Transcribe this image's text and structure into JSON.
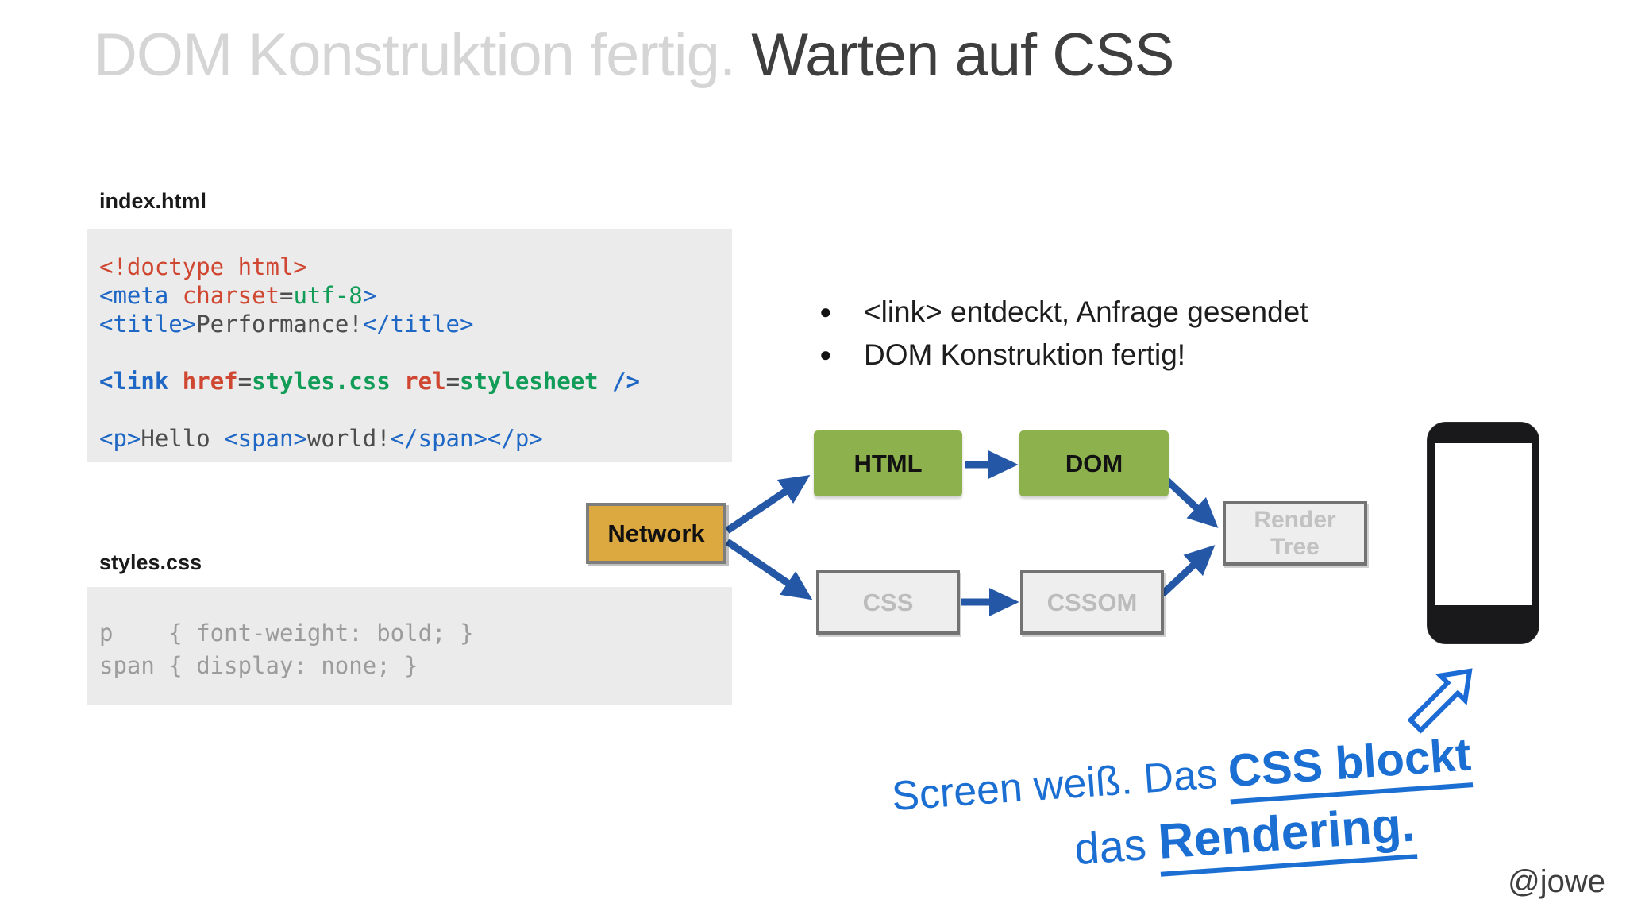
{
  "slide": {
    "title_muted": "DOM Konstruktion fertig. ",
    "title_strong": "Warten auf CSS",
    "handle": "@jowe"
  },
  "code_panels": [
    {
      "label": "index.html",
      "lines": [
        [
          {
            "t": "<!doctype html>",
            "c": "red"
          }
        ],
        [
          {
            "t": "<meta",
            "c": "blue"
          },
          {
            "t": " ",
            "c": "plain"
          },
          {
            "t": "charset",
            "c": "red"
          },
          {
            "t": "=",
            "c": "plain"
          },
          {
            "t": "utf-8",
            "c": "green"
          },
          {
            "t": ">",
            "c": "blue"
          }
        ],
        [
          {
            "t": "<title>",
            "c": "blue"
          },
          {
            "t": "Performance!",
            "c": "plain"
          },
          {
            "t": "</title>",
            "c": "blue"
          }
        ],
        [],
        [
          {
            "t": "<link",
            "c": "blue",
            "b": true
          },
          {
            "t": " ",
            "c": "plain",
            "b": true
          },
          {
            "t": "href",
            "c": "red",
            "b": true
          },
          {
            "t": "=",
            "c": "plain",
            "b": true
          },
          {
            "t": "styles.css",
            "c": "green",
            "b": true
          },
          {
            "t": " ",
            "c": "plain",
            "b": true
          },
          {
            "t": "rel",
            "c": "red",
            "b": true
          },
          {
            "t": "=",
            "c": "plain",
            "b": true
          },
          {
            "t": "stylesheet",
            "c": "green",
            "b": true
          },
          {
            "t": " />",
            "c": "blue",
            "b": true
          }
        ],
        [],
        [
          {
            "t": "<p>",
            "c": "blue"
          },
          {
            "t": "Hello ",
            "c": "plain"
          },
          {
            "t": "<span>",
            "c": "blue"
          },
          {
            "t": "world!",
            "c": "plain"
          },
          {
            "t": "</span></p>",
            "c": "blue"
          }
        ]
      ]
    },
    {
      "label": "styles.css",
      "lines": [
        [
          {
            "t": "p    { font-weight: bold; }",
            "c": "muted"
          }
        ],
        [
          {
            "t": "span { display: none; }",
            "c": "muted"
          }
        ]
      ]
    }
  ],
  "bullets": [
    "<link> entdeckt, Anfrage gesendet",
    "DOM Konstruktion fertig!"
  ],
  "diagram": {
    "network": "Network",
    "html": "HTML",
    "dom": "DOM",
    "css": "CSS",
    "cssom": "CSSOM",
    "render_line1": "Render",
    "render_line2": "Tree"
  },
  "handwriting": {
    "line1_text": "Screen weiß. Das ",
    "line1_underlined": "CSS blockt",
    "line2_text": "das ",
    "line2_underlined": "Rendering."
  },
  "colors": {
    "arrow_blue": "#2457a6",
    "handwriting_blue": "#1b6fd3",
    "code_red": "#cf4631",
    "code_blue": "#1e67c5",
    "code_green": "#119c57",
    "box_green": "#8db14d",
    "box_orange": "#dca940",
    "title_muted": "#d5d5d5",
    "title_strong": "#3e3e3e"
  }
}
